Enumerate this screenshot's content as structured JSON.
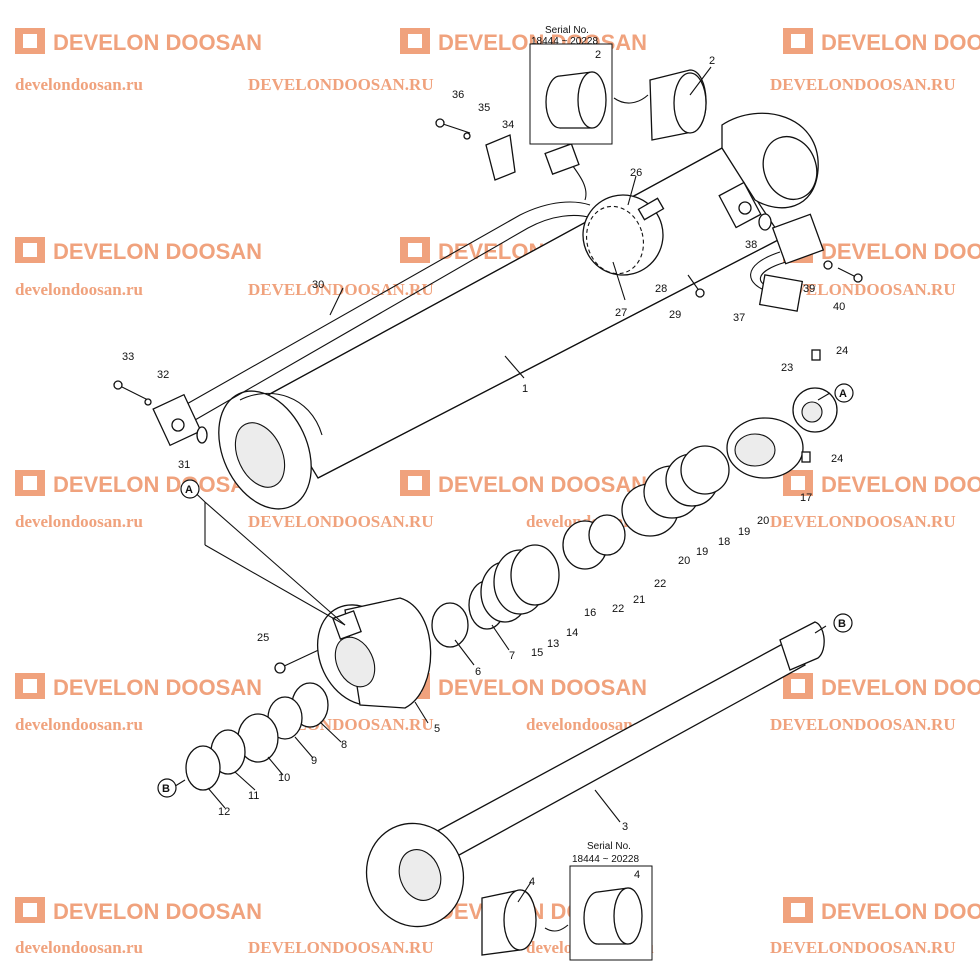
{
  "watermark": {
    "brand": "DEVELON DOOSAN",
    "site_lower": "develondoosan.ru",
    "site_upper": "DEVELONDOOSAN.RU",
    "color": "#f0a27d"
  },
  "serial": {
    "label": "Serial No.",
    "range": "18444 ~ 20228",
    "part_top": "2",
    "part_bottom": "4"
  },
  "callouts": [
    "1",
    "2",
    "3",
    "4",
    "5",
    "6",
    "7",
    "8",
    "9",
    "10",
    "11",
    "12",
    "13",
    "14",
    "15",
    "16",
    "17",
    "18",
    "19",
    "19",
    "20",
    "20",
    "21",
    "22",
    "22",
    "23",
    "24",
    "24",
    "25",
    "26",
    "27",
    "28",
    "29",
    "30",
    "31",
    "32",
    "33",
    "34",
    "35",
    "36",
    "37",
    "38",
    "39",
    "40"
  ],
  "refs": [
    "A",
    "A",
    "B",
    "B"
  ]
}
